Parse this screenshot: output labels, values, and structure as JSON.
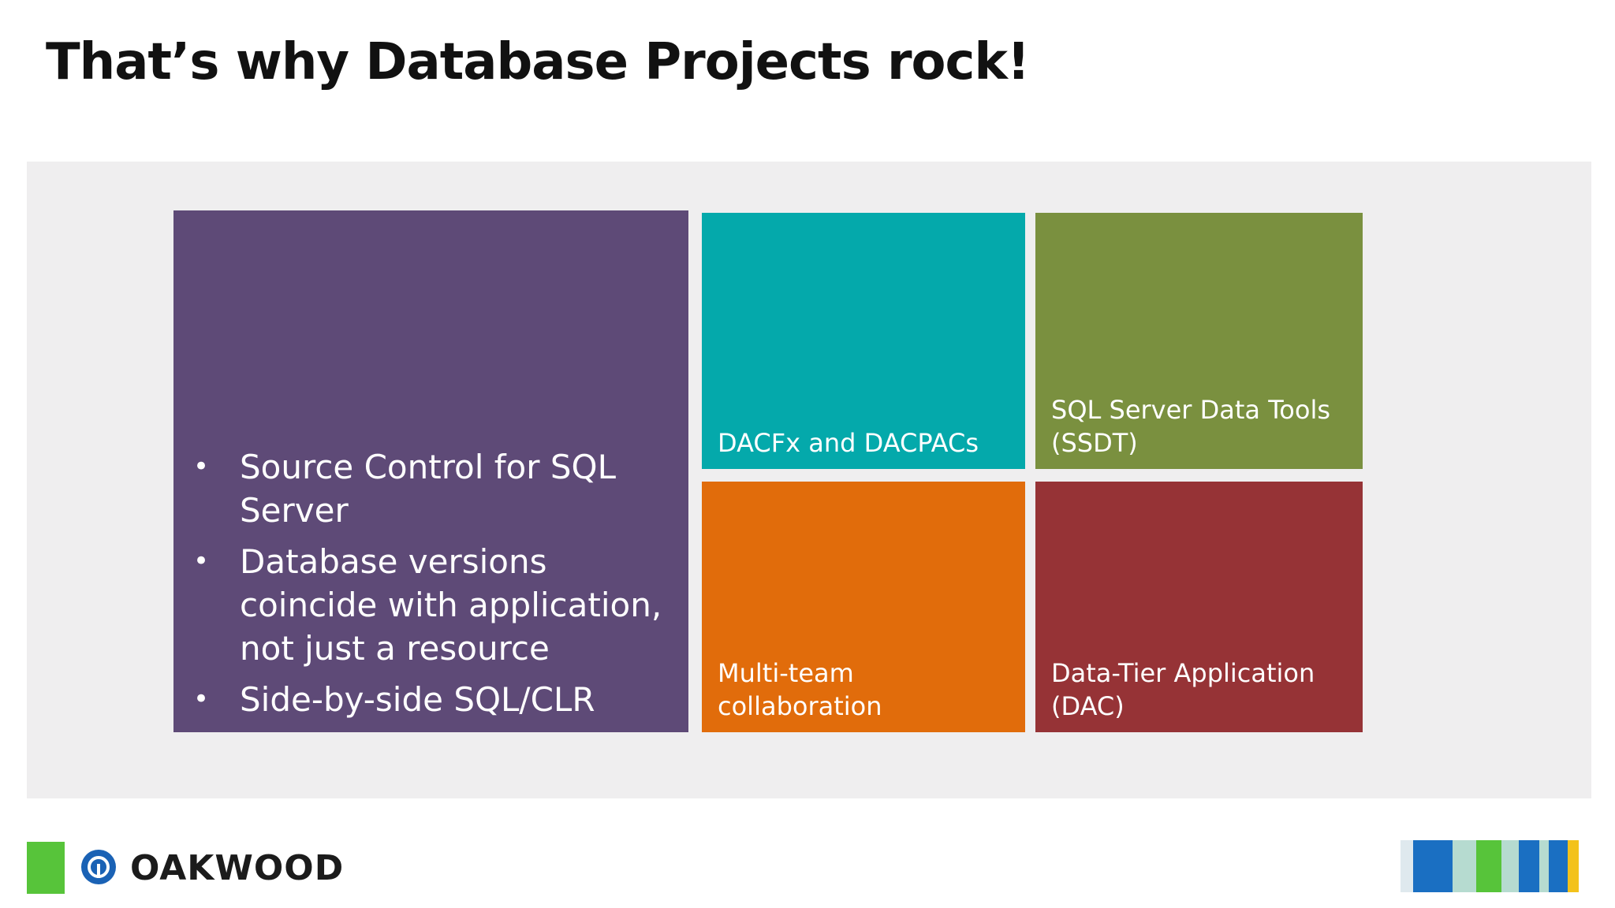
{
  "slide": {
    "title": "That’s why Database Projects rock!"
  },
  "tiles": {
    "main": {
      "color": "#5e4a77",
      "bullets": [
        "Source Control for SQL Server",
        "Database versions coincide with application, not just a resource",
        "Side-by-side SQL/CLR"
      ]
    },
    "dacfx": {
      "color": "#04a9ab",
      "lines": [
        "DACFx and DACPACs"
      ]
    },
    "ssdt": {
      "color": "#7a903f",
      "lines": [
        "SQL Server Data Tools",
        "(SSDT)"
      ]
    },
    "multiteam": {
      "color": "#e16c0b",
      "lines": [
        "Multi-team",
        "collaboration"
      ]
    },
    "dac": {
      "color": "#963336",
      "lines": [
        "Data-Tier Application",
        "(DAC)"
      ]
    }
  },
  "footer": {
    "logo_text": "OAKWOOD",
    "logo_icon": "oakwood-logo-icon",
    "accent_green": "#57c43a",
    "logo_blue": "#1a62b5",
    "stripe_colors": [
      "#dfe9ee",
      "#1a6fc2",
      "#b6dbd0",
      "#57c43a",
      "#b6dbd0",
      "#1a6fc2",
      "#b6dbd0",
      "#1a6fc2",
      "#f3c21b"
    ]
  }
}
